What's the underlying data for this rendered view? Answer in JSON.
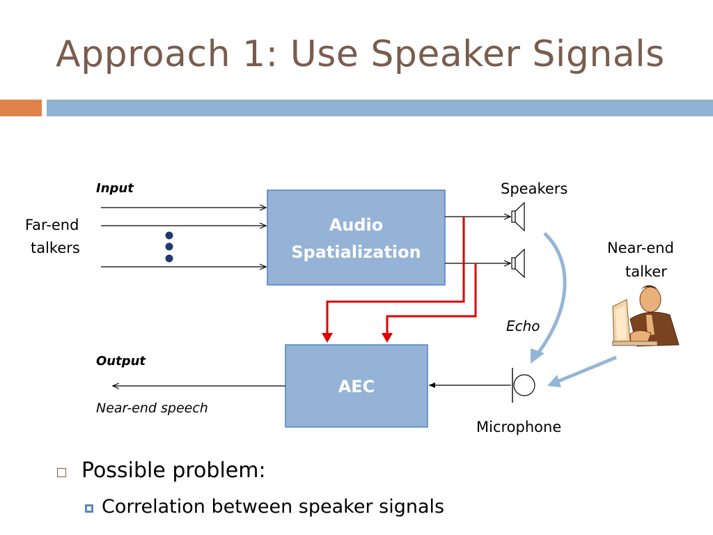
{
  "title": "Approach 1: Use Speaker Signals",
  "diagram": {
    "input_label": "Input",
    "far_end_label_line1": "Far-end",
    "far_end_label_line2": "talkers",
    "spatialization_box_line1": "Audio",
    "spatialization_box_line2": "Spatialization",
    "speakers_label": "Speakers",
    "near_end_talker_line1": "Near-end",
    "near_end_talker_line2": "talker",
    "echo_label": "Echo",
    "output_label": "Output",
    "aec_box": "AEC",
    "near_end_speech_label": "Near-end speech",
    "microphone_label": "Microphone",
    "colors": {
      "box_fill": "#95b3d7",
      "box_border": "#4f81bd",
      "red_arrow": "#e00000",
      "echo_arrow": "#94b6d6"
    }
  },
  "bullets": {
    "level1": "Possible problem:",
    "level2": "Correlation between speaker signals"
  }
}
